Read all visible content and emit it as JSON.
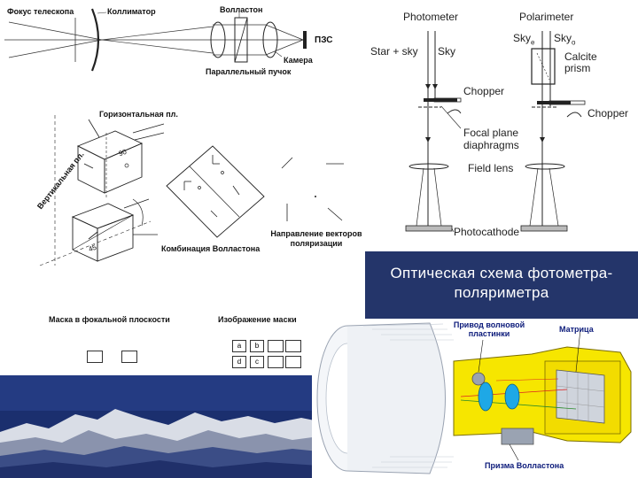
{
  "collimator_scheme": {
    "telescope_focus": "Фокус телескопа",
    "collimator": "Коллиматор",
    "wollaston": "Волластон",
    "camera": "Камера",
    "parallel_beam": "Параллельный пучок",
    "detector": "ПЗС"
  },
  "prism_scheme": {
    "horizontal_plane": "Горизонтальная пл.",
    "vertical_plane": "Вертикальная пл.",
    "wollaston_combination": "Комбинация Волластона",
    "polarization_vectors": "Направление векторов поляризации",
    "angle_90": "90",
    "angle_45": "45"
  },
  "mask_scheme": {
    "focal_mask": "Маска в фокальной плоскости",
    "mask_image": "Изображение маски",
    "cells": [
      "a",
      "b",
      "d",
      "c"
    ]
  },
  "photometer_scheme": {
    "photometer": "Photometer",
    "polarimeter": "Polarimeter",
    "star_sky": "Star + sky",
    "sky": "Sky",
    "sky_e": "Sky",
    "sky_e_sub": "e",
    "sky_o": "Sky",
    "sky_o_sub": "o",
    "calcite_prism": "Calcite prism",
    "chopper_left": "Chopper",
    "chopper_right": "Chopper",
    "focal_plane_diaphragms": "Focal plane diaphragms",
    "field_lens": "Field lens",
    "photocathode": "Photocathode"
  },
  "caption": {
    "line1": "Оптическая схема фотометра-",
    "line2": "поляриметра"
  },
  "device_scheme": {
    "waveplate_drive": "Привод волновой пластинки",
    "matrix": "Матрица",
    "wollaston_prism": "Призма Волластона"
  },
  "colors": {
    "caption_bg": "#24356a",
    "device_yellow": "#f6e600",
    "lens_blue": "#1ea8e6",
    "mountain_sky": "#1b2f6e"
  }
}
